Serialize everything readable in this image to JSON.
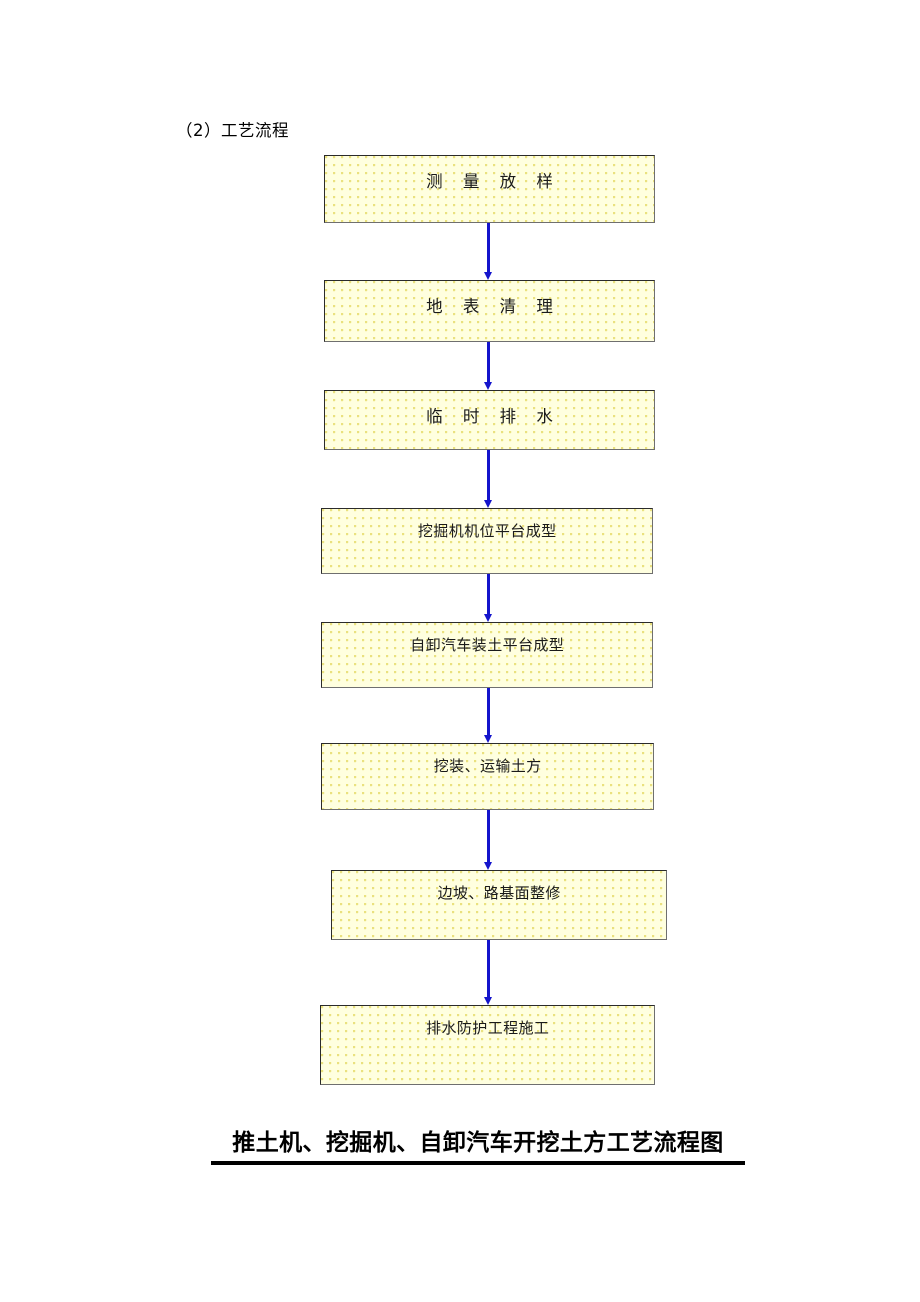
{
  "document": {
    "section_heading": "（2）工艺流程",
    "caption": "推土机、挖掘机、自卸汽车开挖土方工艺流程图"
  },
  "chart_data": {
    "type": "diagram",
    "diagram_type": "flowchart",
    "orientation": "top-to-bottom",
    "title": "推土机、挖掘机、自卸汽车开挖土方工艺流程图",
    "node_fill_color": "#FFFFDF",
    "node_border_color": "#2B2B2B",
    "connector_color": "#1414CC",
    "nodes": [
      {
        "id": "n1",
        "label": "测 量 放 样",
        "order": 1
      },
      {
        "id": "n2",
        "label": "地 表 清 理",
        "order": 2
      },
      {
        "id": "n3",
        "label": "临 时 排 水",
        "order": 3
      },
      {
        "id": "n4",
        "label": "挖掘机机位平台成型",
        "order": 4
      },
      {
        "id": "n5",
        "label": "自卸汽车装土平台成型",
        "order": 5
      },
      {
        "id": "n6",
        "label": "挖装、运输土方",
        "order": 6
      },
      {
        "id": "n7",
        "label": "边坡、路基面整修",
        "order": 7
      },
      {
        "id": "n8",
        "label": "排水防护工程施工",
        "order": 8
      }
    ],
    "edges": [
      {
        "from": "n1",
        "to": "n2"
      },
      {
        "from": "n2",
        "to": "n3"
      },
      {
        "from": "n3",
        "to": "n4"
      },
      {
        "from": "n4",
        "to": "n5"
      },
      {
        "from": "n5",
        "to": "n6"
      },
      {
        "from": "n6",
        "to": "n7"
      },
      {
        "from": "n7",
        "to": "n8"
      }
    ]
  }
}
